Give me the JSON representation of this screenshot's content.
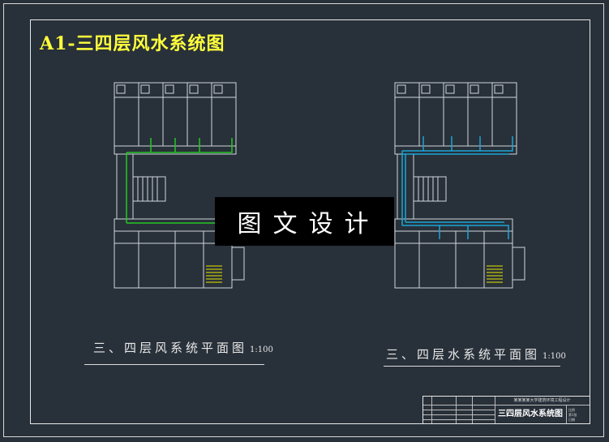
{
  "drawing": {
    "title": "A1-三四层风水系统图",
    "left_caption": "三、四层风系统平面图",
    "left_scale": "1:100",
    "right_caption": "三、四层水系统平面图",
    "right_scale": "1:100",
    "watermark": "图文设计"
  },
  "title_block": {
    "school": "某某某某大学建筑环境工程设计",
    "drawing_name": "三四层风水系统图",
    "scale_label": "比例",
    "sheet_label": "第1张",
    "date_label": "日期"
  },
  "colors": {
    "background": "#283039",
    "title": "#ffff3c",
    "air_duct": "#22c822",
    "water_pipe": "#1aa6d6",
    "stair": "#e8e800"
  }
}
